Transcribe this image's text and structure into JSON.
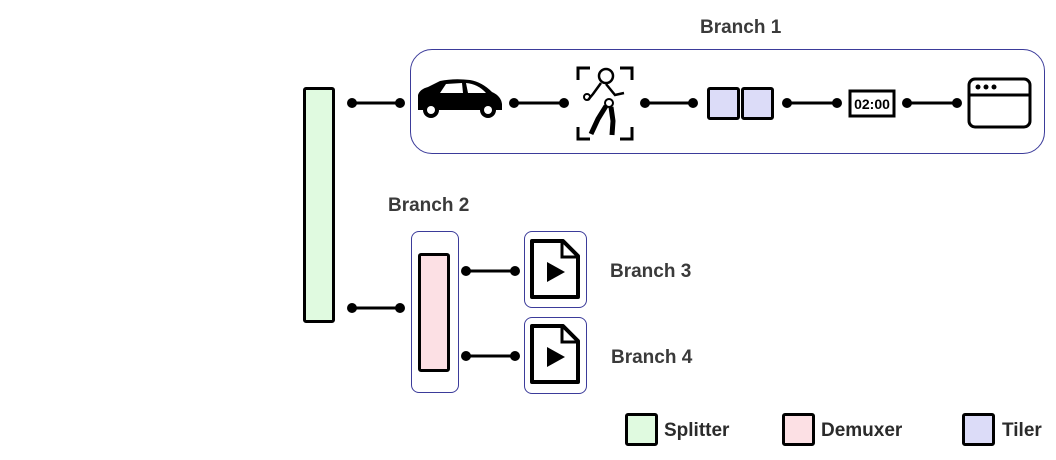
{
  "branches": {
    "b1": "Branch 1",
    "b2": "Branch 2",
    "b3": "Branch 3",
    "b4": "Branch 4"
  },
  "timer_text": "02:00",
  "legend": {
    "splitter": "Splitter",
    "demuxer": "Demuxer",
    "tiler": "Tiler"
  },
  "colors": {
    "splitter": "#e0fae0",
    "demuxer": "#fce0e4",
    "tiler": "#dcdcf8",
    "group_border": "#3b3b9a"
  },
  "icons": [
    "car-icon",
    "person-detection-icon",
    "timer-icon",
    "browser-window-icon",
    "video-file-icon"
  ]
}
